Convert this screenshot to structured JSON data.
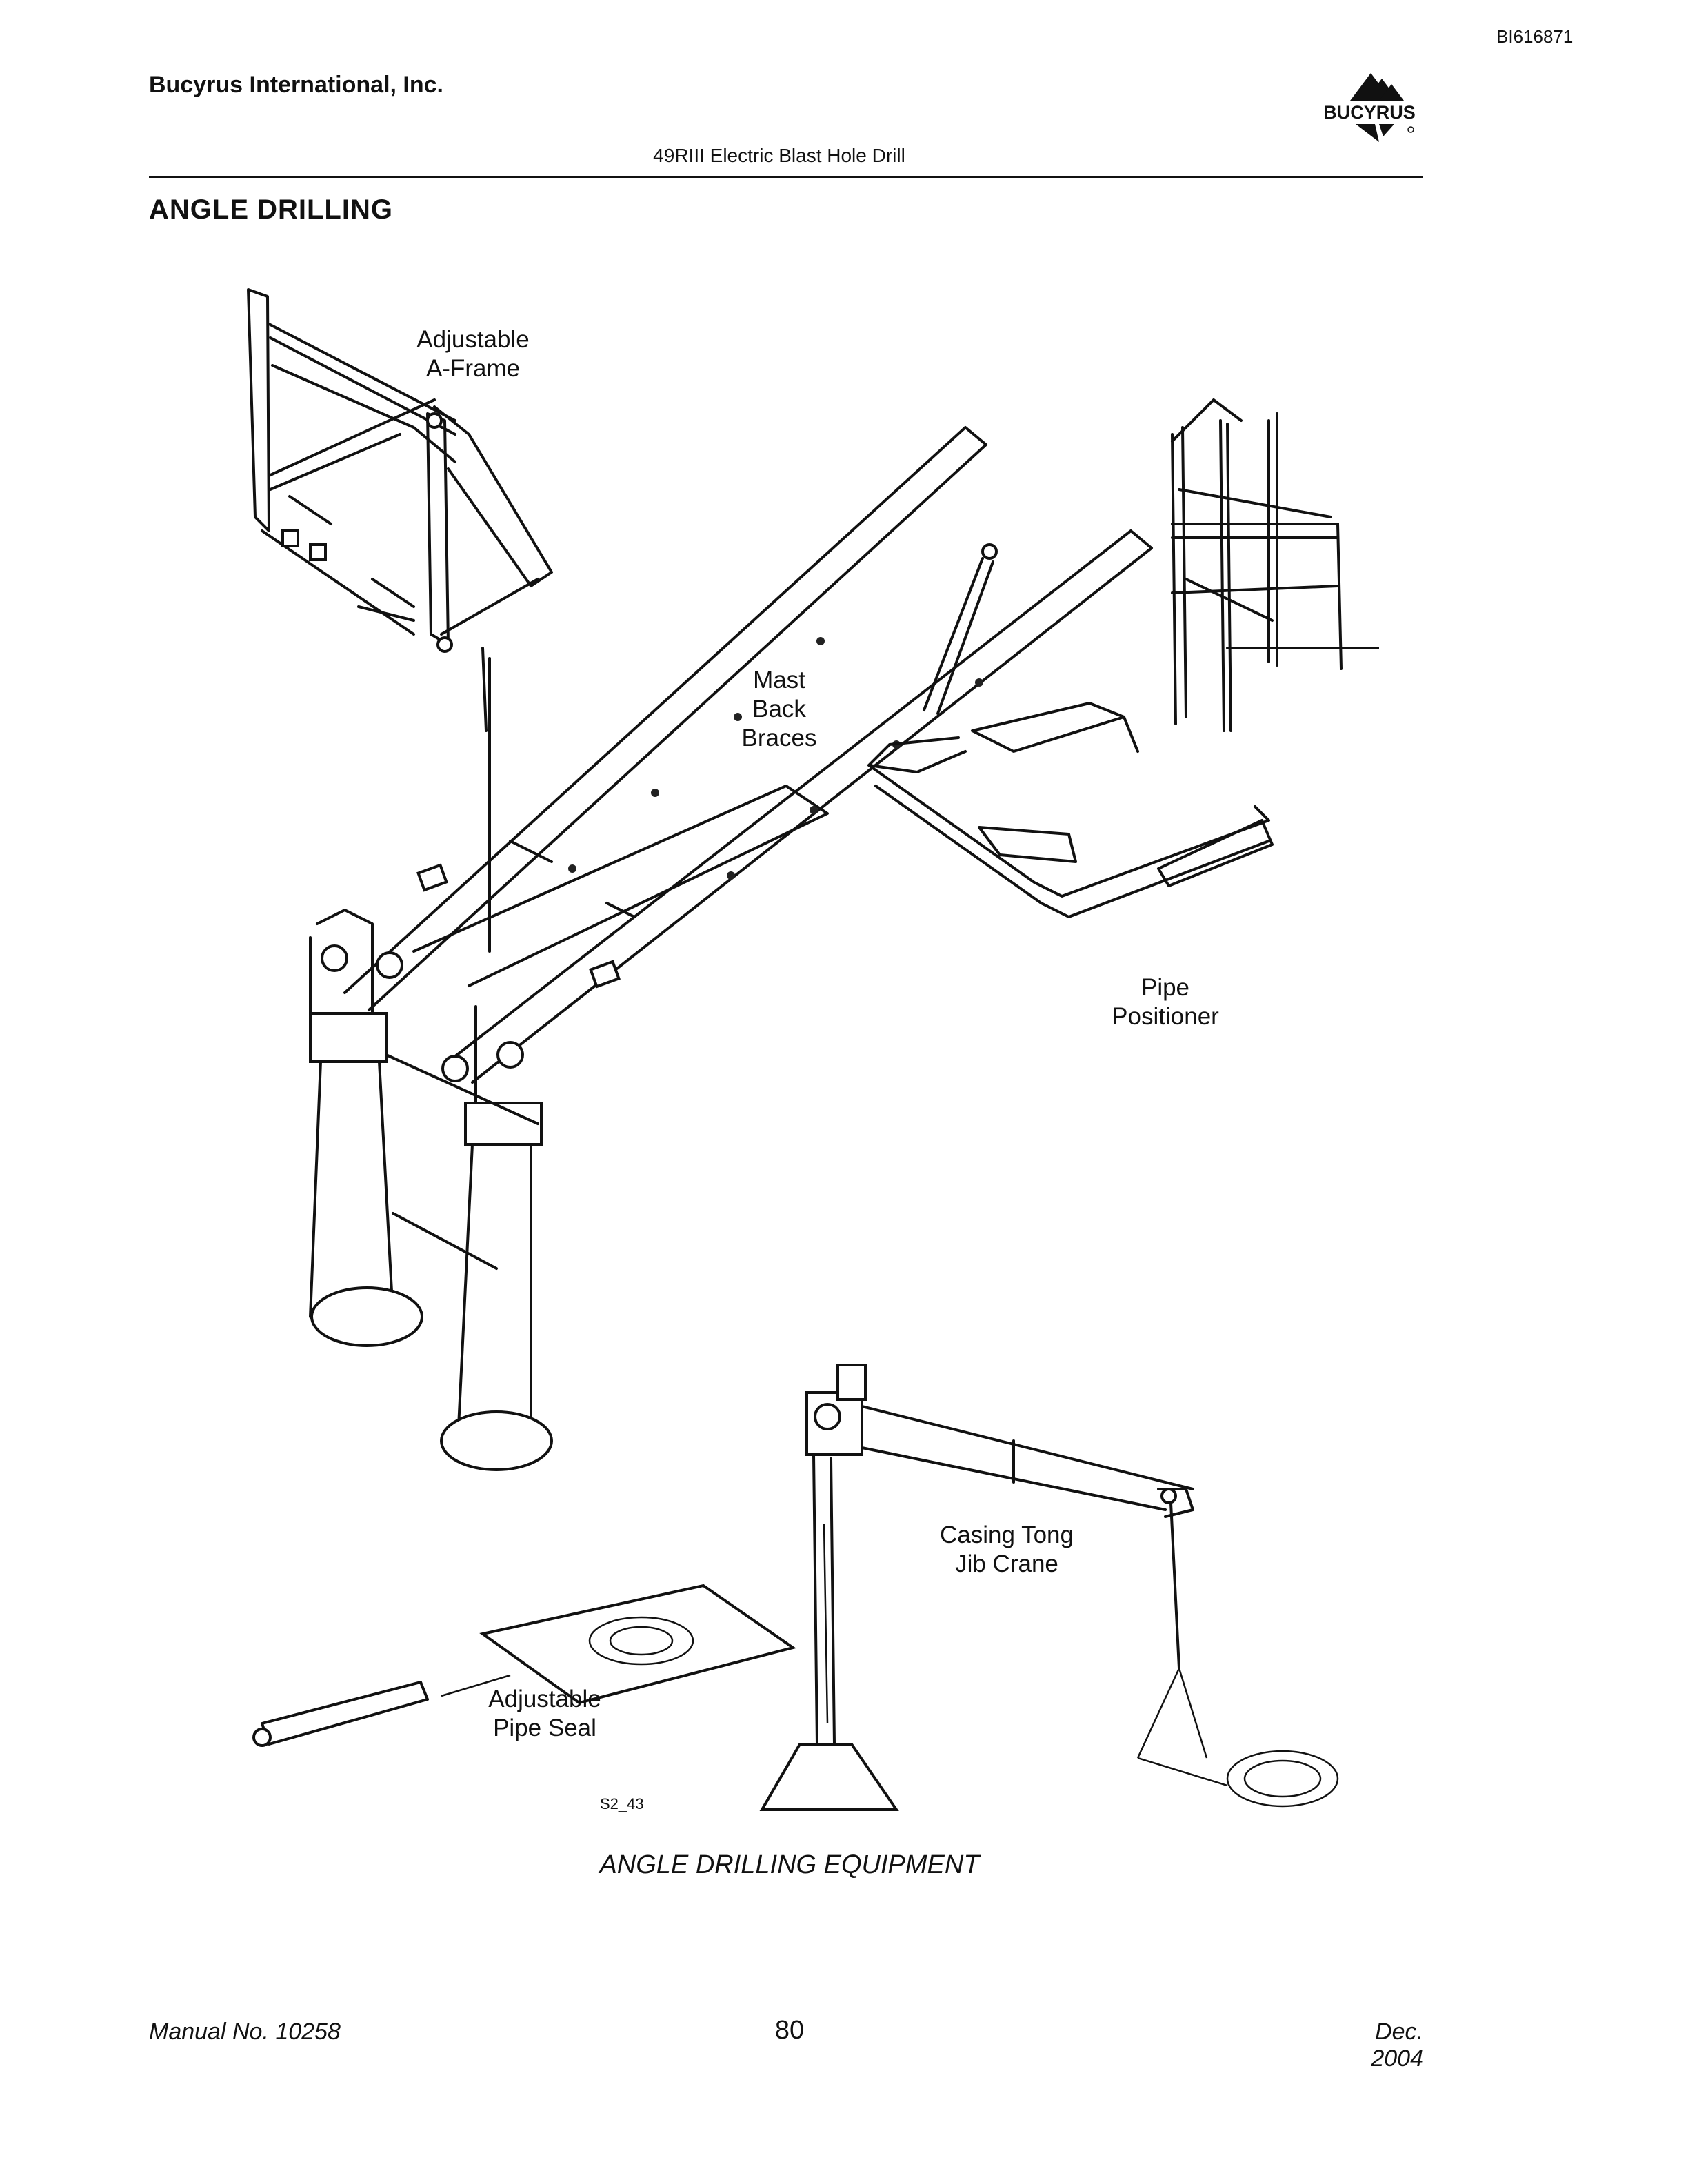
{
  "header": {
    "doc_id": "BI616871",
    "company": "Bucyrus International, Inc.",
    "logo_text": "BUCYRUS",
    "subtitle": "49RIII Electric Blast Hole Drill"
  },
  "section_title": "ANGLE DRILLING",
  "figure": {
    "labels": {
      "a_frame_1": "Adjustable",
      "a_frame_2": "A-Frame",
      "mast_1": "Mast",
      "mast_2": "Back",
      "mast_3": "Braces",
      "pipe_pos_1": "Pipe",
      "pipe_pos_2": "Positioner",
      "jib_1": "Casing Tong",
      "jib_2": "Jib Crane",
      "seal_1": "Adjustable",
      "seal_2": "Pipe Seal"
    },
    "ref": "S2_43",
    "caption": "ANGLE DRILLING EQUIPMENT"
  },
  "footer": {
    "manual": "Manual No. 10258",
    "page": "80",
    "date": "Dec. 2004"
  }
}
